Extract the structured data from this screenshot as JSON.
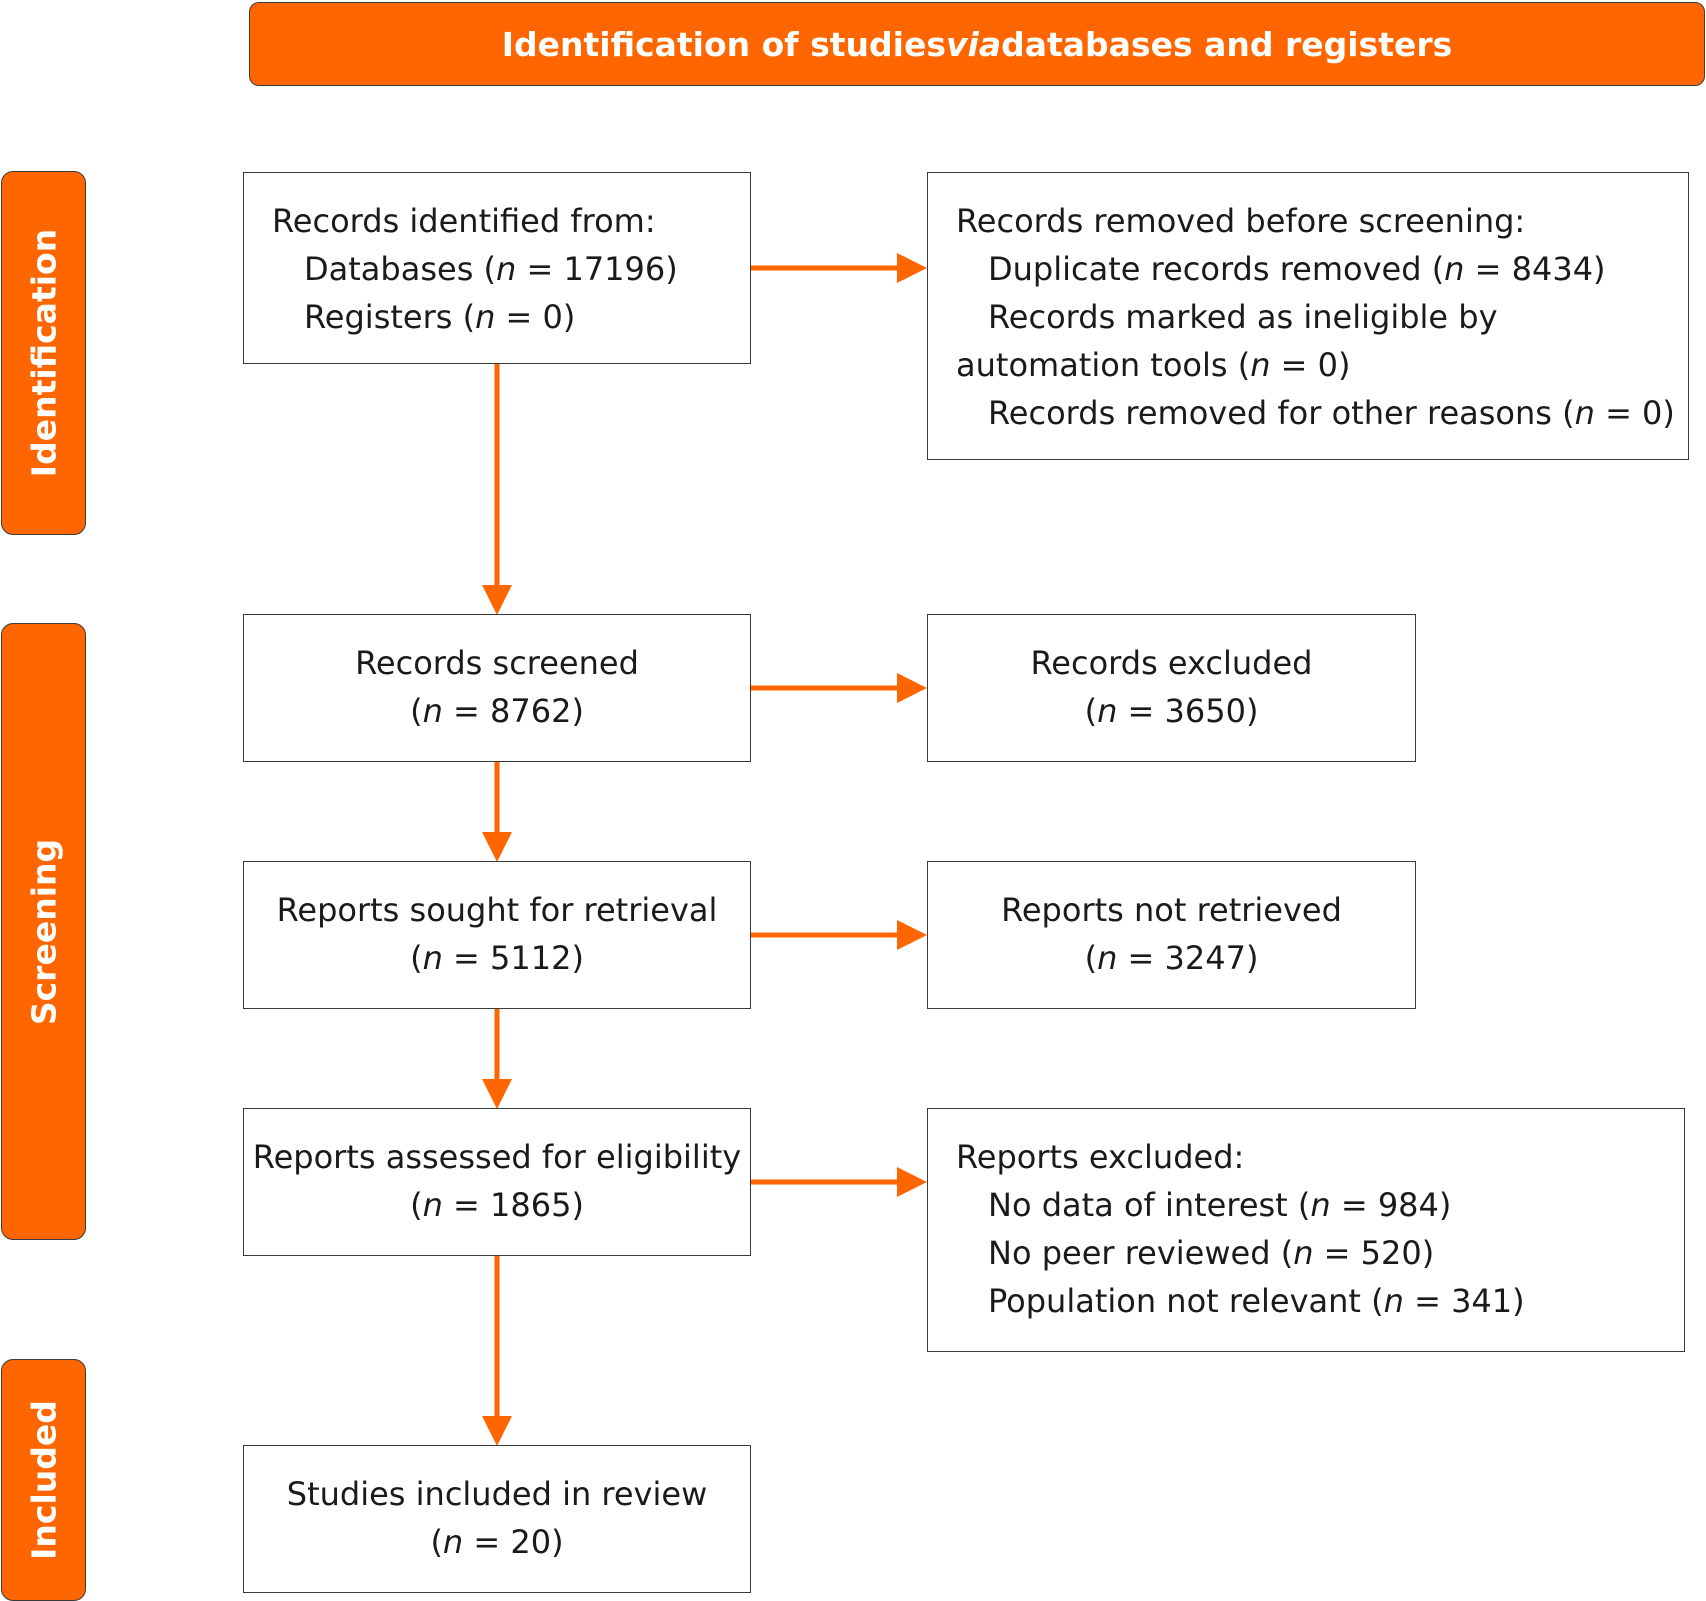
{
  "header": {
    "title_before": "Identification of studies ",
    "title_italic": "via",
    "title_after": " databases and registers"
  },
  "phases": {
    "identification": "Identification",
    "screening": "Screening",
    "included": "Included"
  },
  "n_symbol": "n",
  "identified": {
    "heading": "Records identified from:",
    "databases_label": "Databases",
    "databases_n": "17196",
    "registers_label": "Registers",
    "registers_n": "0"
  },
  "removed": {
    "heading": "Records removed before screening:",
    "duplicate_label": "Duplicate records removed",
    "duplicate_n": "8434",
    "automation_label": "Records marked as ineligible by automation tools",
    "automation_n": "0",
    "other_label": "Records removed for other reasons",
    "other_n": "0"
  },
  "screened": {
    "label": "Records screened",
    "n": "8762"
  },
  "excluded": {
    "label": "Records excluded",
    "n": "3650"
  },
  "sought": {
    "label": "Reports sought for retrieval",
    "n": "5112"
  },
  "not_retrieved": {
    "label": "Reports not retrieved",
    "n": "3247"
  },
  "assessed": {
    "label": "Reports assessed for eligibility",
    "n": "1865"
  },
  "reports_excluded": {
    "heading": "Reports excluded:",
    "no_data_label": "No data of interest",
    "no_data_n": "984",
    "no_peer_label": "No peer reviewed",
    "no_peer_n": "520",
    "population_label": "Population not relevant",
    "population_n": "341"
  },
  "included": {
    "label": "Studies included in review",
    "n": "20"
  },
  "colors": {
    "accent": "#ff6600",
    "border": "#3a3a3a"
  }
}
